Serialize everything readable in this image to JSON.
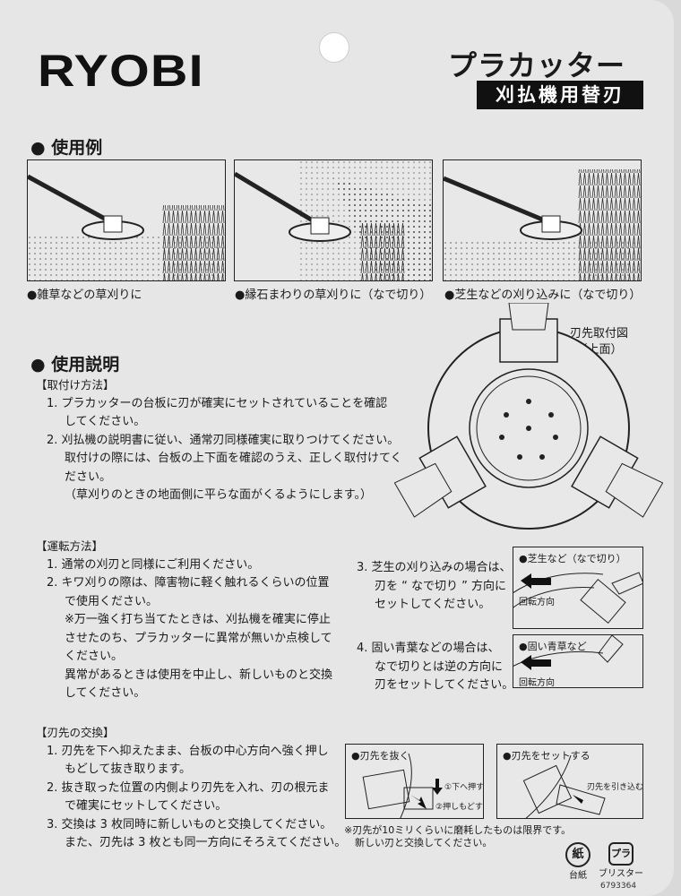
{
  "brand": "RYOBI",
  "product": {
    "title": "プラカッター",
    "subtitle": "刈払機用替刃"
  },
  "usage_examples": {
    "heading": "● 使用例",
    "captions": [
      "●雑草などの草刈りに",
      "●縁石まわりの草刈りに（なで切り）",
      "●芝生などの刈り込みに（なで切り）"
    ]
  },
  "instructions": {
    "heading": "● 使用説明",
    "diagram_label": [
      "刃先取付図",
      "（上面）"
    ],
    "mounting": {
      "title": "【取付け方法】",
      "items": [
        {
          "num": "1.",
          "lines": [
            "プラカッターの台板に刃が確実にセットされていることを確認",
            "してください。"
          ]
        },
        {
          "num": "2.",
          "lines": [
            "刈払機の説明書に従い、通常刃同様確実に取りつけてください。",
            "取付けの際には、台板の上下面を確認のうえ、正しく取付けてく",
            "ださい。",
            "（草刈りのときの地面側に平らな面がくるようにします。）"
          ]
        }
      ]
    },
    "operation": {
      "title": "【運転方法】",
      "items": [
        {
          "num": "1.",
          "lines": [
            "通常の刈刃と同様にご利用ください。"
          ]
        },
        {
          "num": "2.",
          "lines": [
            "キワ刈りの際は、障害物に軽く触れるくらいの位置",
            "で使用ください。",
            "※万一強く打ち当てたときは、刈払機を確実に停止",
            "させたのち、プラカッターに異常が無いか点検して",
            "ください。",
            "異常があるときは使用を中止し、新しいものと交換",
            "してください。"
          ]
        },
        {
          "num": "3.",
          "lines": [
            "芝生の刈り込みの場合は、",
            "刃を “ なで切り ” 方向に",
            "セットしてください。"
          ]
        },
        {
          "num": "4.",
          "lines": [
            "固い青葉などの場合は、",
            "なで切りとは逆の方向に",
            "刃をセットしてください。"
          ]
        }
      ],
      "box1": {
        "label": "●芝生など（なで切り）",
        "rotation": "回転方向"
      },
      "box2": {
        "label": "●固い青草など",
        "rotation": "回転方向"
      }
    },
    "replacement": {
      "title": "【刃先の交換】",
      "items": [
        {
          "num": "1.",
          "lines": [
            "刃先を下へ抑えたまま、台板の中心方向へ強く押し",
            "もどして抜き取ります。"
          ]
        },
        {
          "num": "2.",
          "lines": [
            "抜き取った位置の内側より刃先を入れ、刃の根元ま",
            "で確実にセットしてください。"
          ]
        },
        {
          "num": "3.",
          "lines": [
            "交換は 3 枚同時に新しいものと交換してください。",
            "また、刃先は 3 枚とも同一方向にそろえてください。"
          ]
        }
      ],
      "box_remove": {
        "label": "●刃先を抜く",
        "step1": "①下へ押す",
        "step2": "②押しもどす"
      },
      "box_set": {
        "label": "●刃先をセットする",
        "pull": "刃先を引き込む"
      },
      "note": [
        "※刃先が10ミリくらいに磨耗したものは限界です。",
        "新しい刃と交換してください。"
      ]
    }
  },
  "recycle": {
    "paper_mark": "紙",
    "paper_label": "台紙",
    "plastic_mark": "プラ",
    "plastic_label": "ブリスター"
  },
  "code": "6793364"
}
